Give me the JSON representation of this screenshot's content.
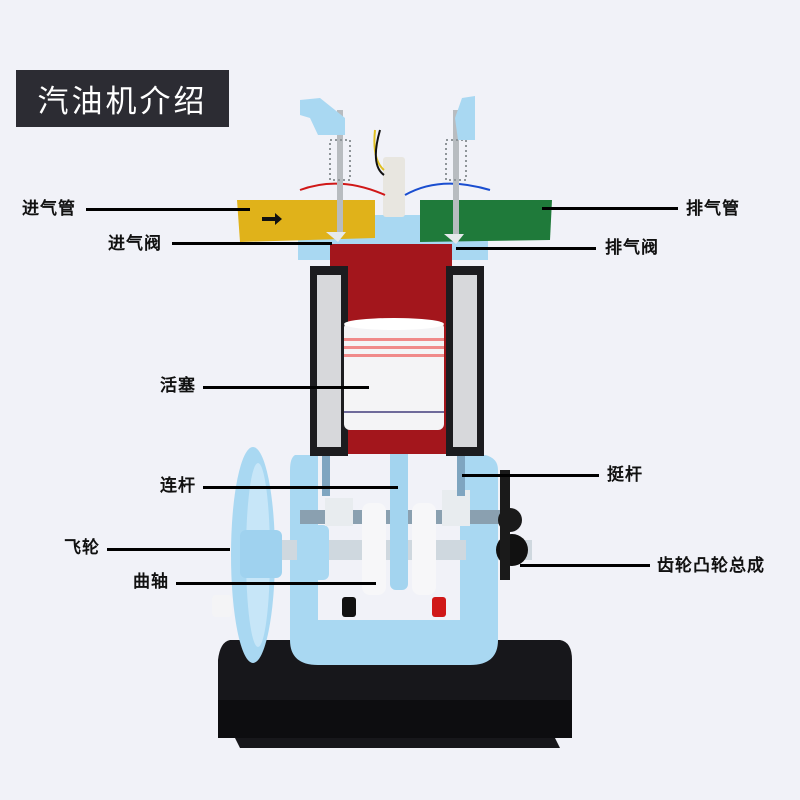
{
  "title": "汽油机介绍",
  "colors": {
    "background": "#f1f2f8",
    "title_bg": "#2c2c33",
    "title_text": "#ffffff",
    "frame": "#a9d8f2",
    "intake_pipe": "#e0b21a",
    "exhaust_pipe": "#1f7a3a",
    "cylinder": "#a3161c",
    "piston": "#f4f4f6",
    "base": "#111114"
  },
  "labels": [
    {
      "id": "intake-pipe",
      "text": "进气管",
      "side": "left"
    },
    {
      "id": "intake-valve",
      "text": "进气阀",
      "side": "left"
    },
    {
      "id": "exhaust-pipe",
      "text": "排气管",
      "side": "right"
    },
    {
      "id": "exhaust-valve",
      "text": "排气阀",
      "side": "right"
    },
    {
      "id": "piston",
      "text": "活塞",
      "side": "left"
    },
    {
      "id": "connecting-rod",
      "text": "连杆",
      "side": "left"
    },
    {
      "id": "tappet",
      "text": "挺杆",
      "side": "right"
    },
    {
      "id": "flywheel",
      "text": "飞轮",
      "side": "left"
    },
    {
      "id": "gear-cam-assembly",
      "text": "齿轮凸轮总成",
      "side": "right"
    },
    {
      "id": "crankshaft",
      "text": "曲轴",
      "side": "left"
    }
  ]
}
